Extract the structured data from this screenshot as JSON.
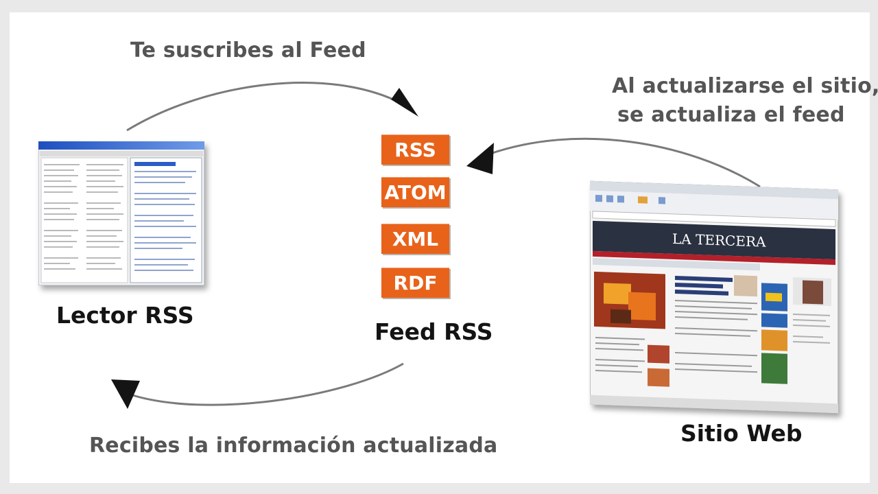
{
  "captions": {
    "subscribe": "Te suscribes al Feed",
    "site_update_line1": "Al actualizarse el sitio,",
    "site_update_line2": "se actualiza el feed",
    "receive": "Recibes la información actualizada"
  },
  "nodes": {
    "reader_label": "Lector RSS",
    "feed_label": "Feed RSS",
    "site_label": "Sitio Web"
  },
  "feed_formats": [
    "RSS",
    "ATOM",
    "XML",
    "RDF"
  ],
  "website_thumbnail": {
    "masthead": "LA TERCERA"
  },
  "colors": {
    "format_badge": "#e8621a",
    "arrow": "#7a7a7a",
    "caption_text": "#555555",
    "label_text": "#141414"
  }
}
